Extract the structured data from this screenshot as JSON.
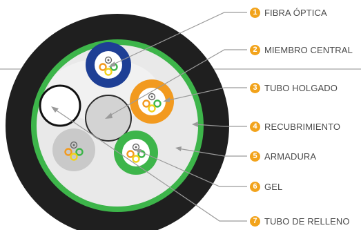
{
  "colors": {
    "jacket": "#1f1f1f",
    "armor": "#3db54a",
    "gel": "#e9e9e9",
    "tube_blue": "#1e3f95",
    "tube_orange": "#f29a1f",
    "tube_green": "#3db54a",
    "tube_gray": "#c9c9c9",
    "fiber_yellow": "#f2d21b",
    "fiber_orange": "#f29a1f",
    "fiber_green": "#3db54a",
    "badge": "#f2a31b",
    "leader": "#9a9a9a"
  },
  "callouts": [
    {
      "number": "1",
      "label": "FIBRA ÓPTICA"
    },
    {
      "number": "2",
      "label": "MIEMBRO CENTRAL"
    },
    {
      "number": "3",
      "label": "TUBO HOLGADO"
    },
    {
      "number": "4",
      "label": "RECUBRIMIENTO"
    },
    {
      "number": "5",
      "label": "ARMADURA"
    },
    {
      "number": "6",
      "label": "GEL"
    },
    {
      "number": "7",
      "label": "TUBO DE RELLENO"
    }
  ]
}
